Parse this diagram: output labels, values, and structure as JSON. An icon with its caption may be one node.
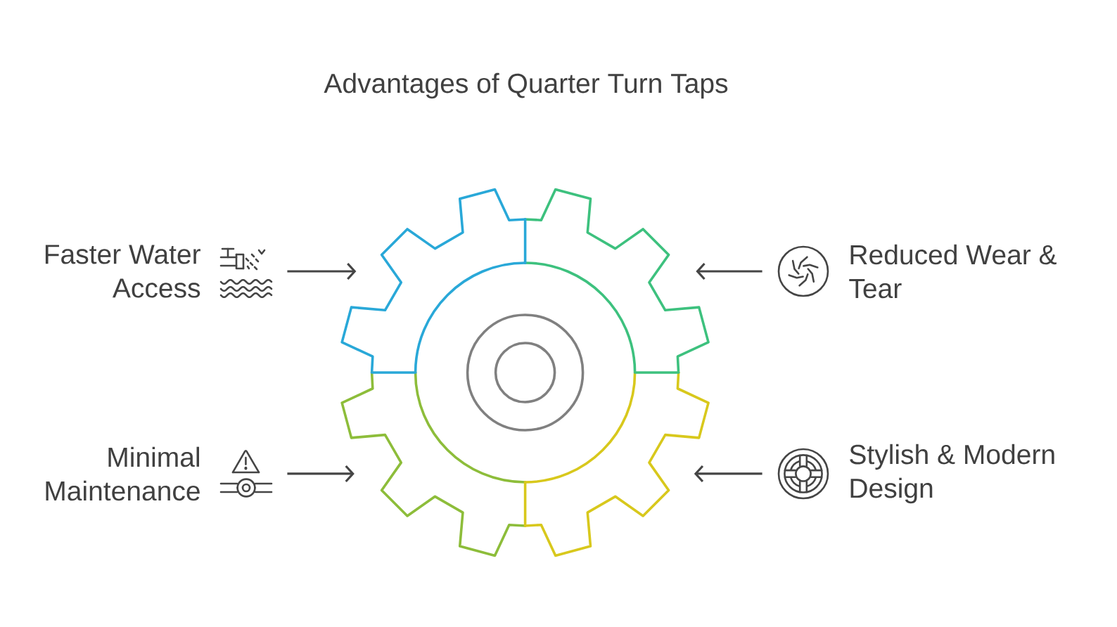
{
  "diagram": {
    "title": "Advantages of Quarter Turn Taps",
    "nodes": [
      {
        "text": [
          "Faster Water Access"
        ]
      },
      {
        "text": [
          "Reduced Wear & Tear"
        ]
      },
      {
        "text": [
          "Minimal Maintenance"
        ]
      },
      {
        "text": [
          "Stylish & Modern Design"
        ]
      },
      {
        "text": [],
        "shape": "gear"
      }
    ],
    "edges": [
      {
        "from": 0,
        "to": 4,
        "arrow": "to"
      },
      {
        "from": 1,
        "to": 4,
        "arrow": "to"
      },
      {
        "from": 2,
        "to": 4,
        "arrow": "to"
      },
      {
        "from": 3,
        "to": 4,
        "arrow": "to"
      }
    ]
  }
}
